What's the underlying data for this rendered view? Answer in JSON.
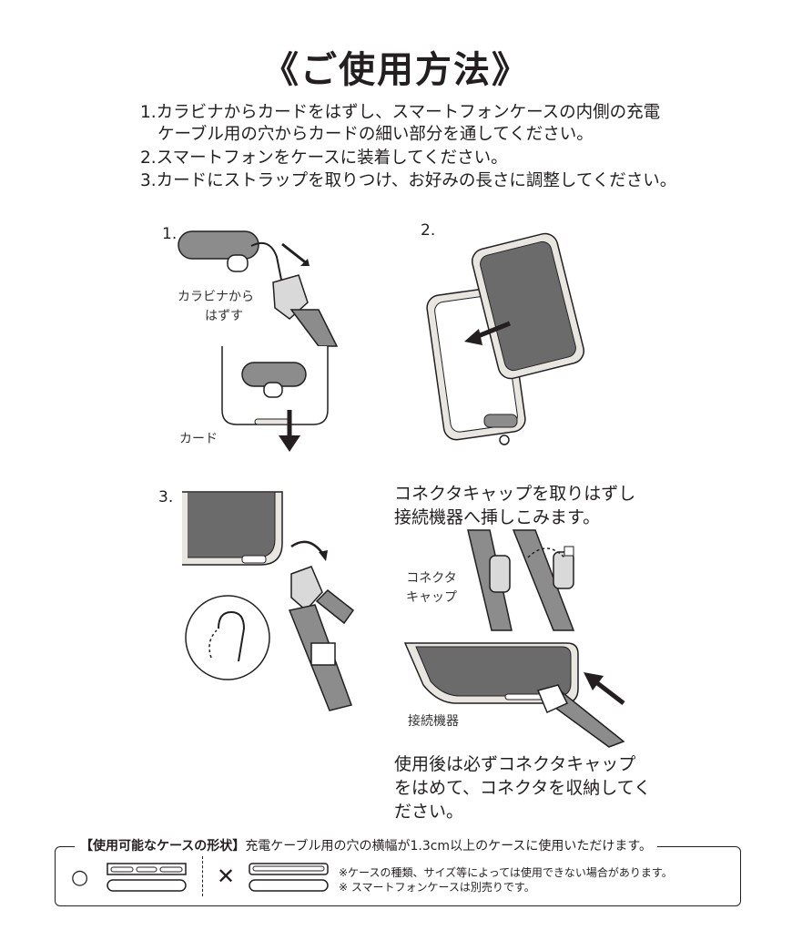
{
  "title": "《ご使用方法》",
  "instructions": [
    "1.カラビナからカードをはずし、スマートフォンケースの内側の充電",
    "ケーブル用の穴からカードの細い部分を通してください。",
    "2.スマートフォンをケースに装着してください。",
    "3.カードにストラップを取りつけ、お好みの長さに調整してください。"
  ],
  "steps": {
    "step1": {
      "number": "1.",
      "label_carabiner": [
        "カラビナから",
        "はずす"
      ],
      "label_card": "カード"
    },
    "step2": {
      "number": "2."
    },
    "step3": {
      "number": "3."
    },
    "connector": {
      "lead": [
        "コネクタキャップを取りはずし",
        "接続機器へ挿しこみます。"
      ],
      "label_cap": [
        "コネクタ",
        "キャップ"
      ],
      "label_device": "接続機器",
      "after": [
        "使用後は必ずコネクタキャップ",
        "をはめて、コネクタを収納してく",
        "ださい。"
      ]
    }
  },
  "footer": {
    "heading": "【使用可能なケースの形状】",
    "heading_rest": "充電ケーブル用の穴の横幅が1.3cm以上のケースに使用いただけます。",
    "ok_mark": "○",
    "ng_mark": "✕",
    "notes": [
      "※ケースの種類、サイズ等によっては使用できない場合があります。",
      "※ スマートフォンケースは別売りです。"
    ]
  },
  "colors": {
    "ink": "#231f20",
    "strap_gray": "#8c8c8c",
    "phone_dark": "#6b6b6b",
    "case_light": "#e8e6e0"
  }
}
